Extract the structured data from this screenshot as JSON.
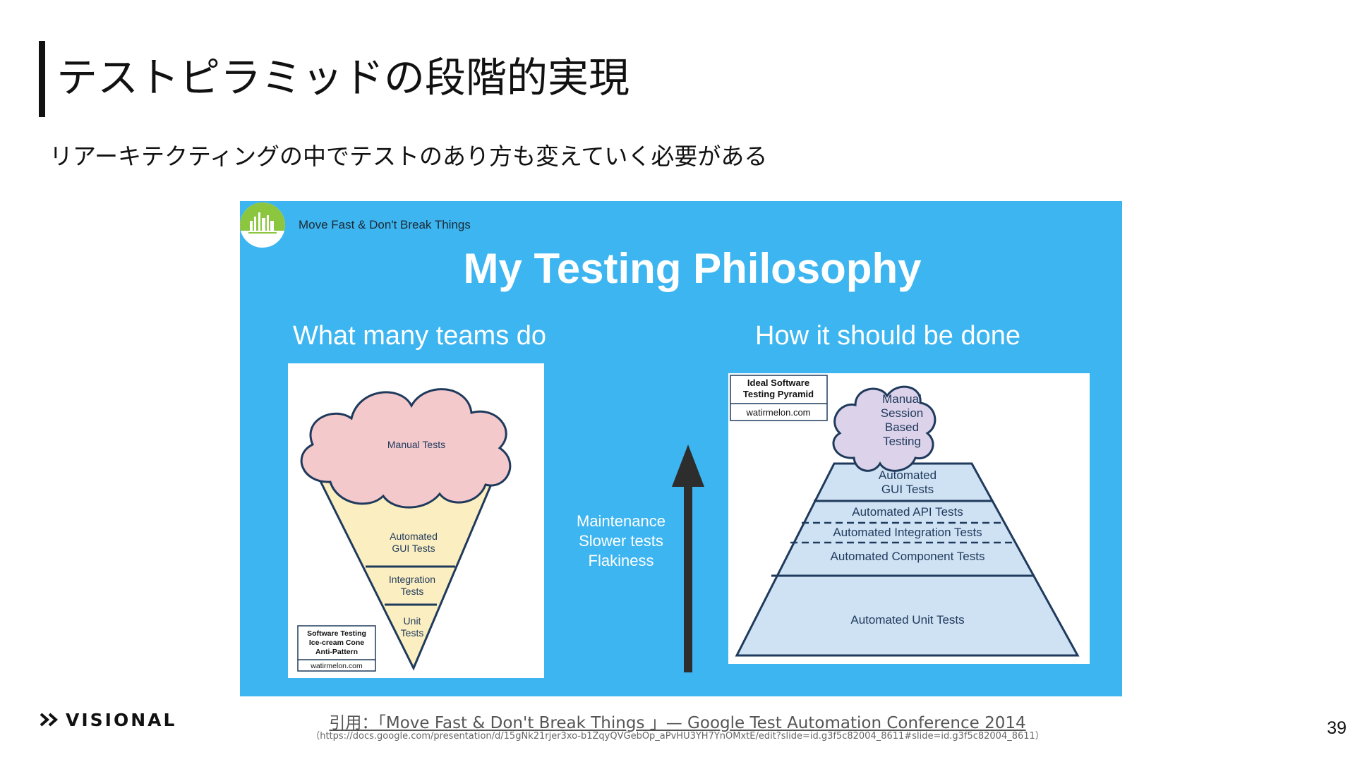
{
  "slide": {
    "title": "テストピラミッドの段階的実現",
    "subtitle": "リアーキテクティングの中でテストのあり方も変えていく必要がある",
    "page_number": "39"
  },
  "figure": {
    "header": "Move Fast & Don't Break Things",
    "title": "My Testing Philosophy",
    "left_heading": "What many teams do",
    "right_heading": "How it should be done",
    "middle_labels": [
      "Maintenance",
      "Slower tests",
      "Flakiness"
    ],
    "ice_cream_cone": {
      "layers": [
        "Manual Tests",
        "Automated GUI Tests",
        "Integration Tests",
        "Unit Tests"
      ],
      "caption_lines": [
        "Software Testing",
        "Ice-cream Cone",
        "Anti-Pattern"
      ],
      "caption_site": "watirmelon.com"
    },
    "pyramid": {
      "cloud_label": "Manual Session Based Testing",
      "layers": [
        "Automated GUI Tests",
        "Automated API Tests",
        "Automated Integration Tests",
        "Automated Component Tests",
        "Automated Unit Tests"
      ],
      "caption_lines": [
        "Ideal Software",
        "Testing Pyramid"
      ],
      "caption_site": "watirmelon.com"
    },
    "colors": {
      "background": "#3db5f0",
      "cloud_pink": "#f3c9cc",
      "cone_yellow": "#fbeec0",
      "pyramid_blue": "#cfe2f3",
      "cloud_lavender": "#dcd2ea",
      "arrow": "#2d2d2d"
    }
  },
  "footer": {
    "brand": "VISIONAL",
    "citation": "引用：「Move Fast & Don't Break Things 」— Google Test Automation Conference 2014",
    "url": "（https://docs.google.com/presentation/d/15gNk21rjer3xo-b1ZqyQVGebOp_aPvHU3YH7YnOMxtE/edit?slide=id.g3f5c82004_8611#slide=id.g3f5c82004_8611）"
  }
}
